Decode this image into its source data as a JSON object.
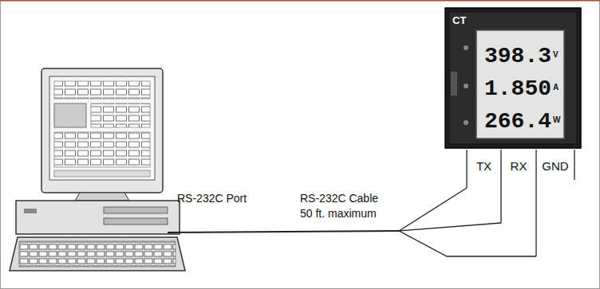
{
  "diagram": {
    "labels": [
      "RS-232C Port",
      "RS-232C Cable 50 ft. maximum",
      "TX",
      "RX",
      "GND",
      "398.3",
      "1.850",
      "266.4",
      "V",
      "A",
      "W",
      "CT"
    ]
  }
}
